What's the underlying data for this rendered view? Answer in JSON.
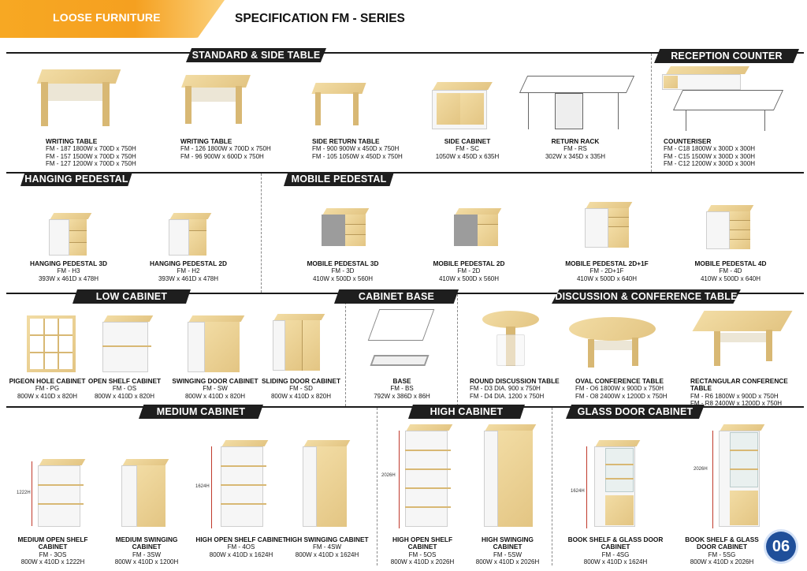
{
  "header": {
    "tab": "LOOSE FURNITURE",
    "title": "SPECIFICATION FM - SERIES"
  },
  "banners": {
    "standard": "STANDARD & SIDE TABLE",
    "reception": "RECEPTION COUNTER",
    "hanging": "HANGING PEDESTAL",
    "mobile": "MOBILE PEDESTAL",
    "low": "LOW  CABINET",
    "base": "CABINET BASE",
    "discussion": "DISCUSSION & CONFERENCE TABLE",
    "medium": "MEDIUM CABINET",
    "high": "HIGH  CABINET",
    "glass": "GLASS DOOR CABINET"
  },
  "items": {
    "wt1": {
      "name": "WRITING TABLE",
      "l1": "FM - 187  1800W x 700D x 750H",
      "l2": "FM - 157  1500W x 700D x 750H",
      "l3": "FM - 127  1200W x 700D x 750H"
    },
    "wt2": {
      "name": "WRITING TABLE",
      "l1": "FM - 126  1800W x 700D x 750H",
      "l2": "FM -  96    900W x 600D x 750H"
    },
    "srt": {
      "name": "SIDE RETURN TABLE",
      "l1": "FM - 900    900W x 450D x 750H",
      "l2": "FM - 105  1050W x 450D x 750H"
    },
    "sc": {
      "name": "SIDE CABINET",
      "l1": "FM - SC",
      "l2": "1050W x 450D x 635H"
    },
    "rr": {
      "name": "RETURN RACK",
      "l1": "FM - RS",
      "l2": "302W x 345D x 335H"
    },
    "cr": {
      "name": "COUNTERISER",
      "l1": "FM - C18  1800W x 300D x 300H",
      "l2": "FM - C15  1500W x 300D x 300H",
      "l3": "FM - C12  1200W x 300D x 300H"
    },
    "hp3": {
      "name": "HANGING PEDESTAL 3D",
      "l1": "FM - H3",
      "l2": "393W x 461D x 478H"
    },
    "hp2": {
      "name": "HANGING PEDESTAL 2D",
      "l1": "FM - H2",
      "l2": "393W x 461D x 478H"
    },
    "mp3": {
      "name": "MOBILE PEDESTAL 3D",
      "l1": "FM - 3D",
      "l2": "410W x 500D x 560H"
    },
    "mp2": {
      "name": "MOBILE PEDESTAL 2D",
      "l1": "FM - 2D",
      "l2": "410W x 500D x 560H"
    },
    "mp21": {
      "name": "MOBILE PEDESTAL 2D+1F",
      "l1": "FM - 2D+1F",
      "l2": "410W x 500D x 640H"
    },
    "mp4": {
      "name": "MOBILE PEDESTAL 4D",
      "l1": "FM - 4D",
      "l2": "410W x 500D x 640H"
    },
    "pg": {
      "name": "PIGEON HOLE CABINET",
      "l1": "FM - PG",
      "l2": "800W x 410D x 820H"
    },
    "os": {
      "name": "OPEN SHELF CABINET",
      "l1": "FM - OS",
      "l2": "800W x 410D x 820H"
    },
    "sw": {
      "name": "SWINGING DOOR CABINET",
      "l1": "FM - SW",
      "l2": "800W x 410D x 820H"
    },
    "sd": {
      "name": "SLIDING DOOR CABINET",
      "l1": "FM - SD",
      "l2": "800W x 410D x 820H"
    },
    "bs": {
      "name": "BASE",
      "l1": "FM - BS",
      "l2": "792W x 386D x 86H"
    },
    "rd": {
      "name": "ROUND DISCUSSION TABLE",
      "l1": "FM - D3       DIA. 900 x 750H",
      "l2": "FM - D4       DIA. 1200 x 750H"
    },
    "oc": {
      "name": "OVAL CONFERENCE TABLE",
      "l1": "FM - O6         1800W x 900D x 750H",
      "l2": "FM - O8         2400W x 1200D x 750H"
    },
    "rc": {
      "name": "RECTANGULAR CONFERENCE TABLE",
      "l1": "FM - R6       1800W x 900D x 750H",
      "l2": "FM - R8       2400W x 1200D x 750H"
    },
    "mos": {
      "name": "MEDIUM OPEN SHELF CABINET",
      "l1": "FM - 3OS",
      "l2": "800W x 410D x 1222H"
    },
    "msw": {
      "name": "MEDIUM SWINGING CABINET",
      "l1": "FM - 3SW",
      "l2": "800W x 410D x 1200H"
    },
    "hos4": {
      "name": "HIGH OPEN SHELF CABINET",
      "l1": "FM - 4OS",
      "l2": "800W x 410D x 1624H"
    },
    "hsw4": {
      "name": "HIGH SWINGING CABINET",
      "l1": "FM - 4SW",
      "l2": "800W x 410D x 1624H"
    },
    "hos5": {
      "name": "HIGH OPEN SHELF CABINET",
      "l1": "FM - 5OS",
      "l2": "800W x 410D x 2026H"
    },
    "hsw5": {
      "name": "HIGH SWINGING CABINET",
      "l1": "FM - 5SW",
      "l2": "800W x 410D x 2026H"
    },
    "bg4": {
      "name": "BOOK SHELF & GLASS DOOR CABINET",
      "l1": "FM - 4SG",
      "l2": "800W x 410D x 1624H"
    },
    "bg5": {
      "name": "BOOK SHELF & GLASS DOOR CABINET",
      "l1": "FM - 5SG",
      "l2": "800W x 410D x 2026H"
    }
  },
  "dims": {
    "d1": "1222H",
    "d2": "1624H",
    "d3": "2026H",
    "d4": "1624H",
    "d5": "2026H"
  },
  "page_number": "06"
}
